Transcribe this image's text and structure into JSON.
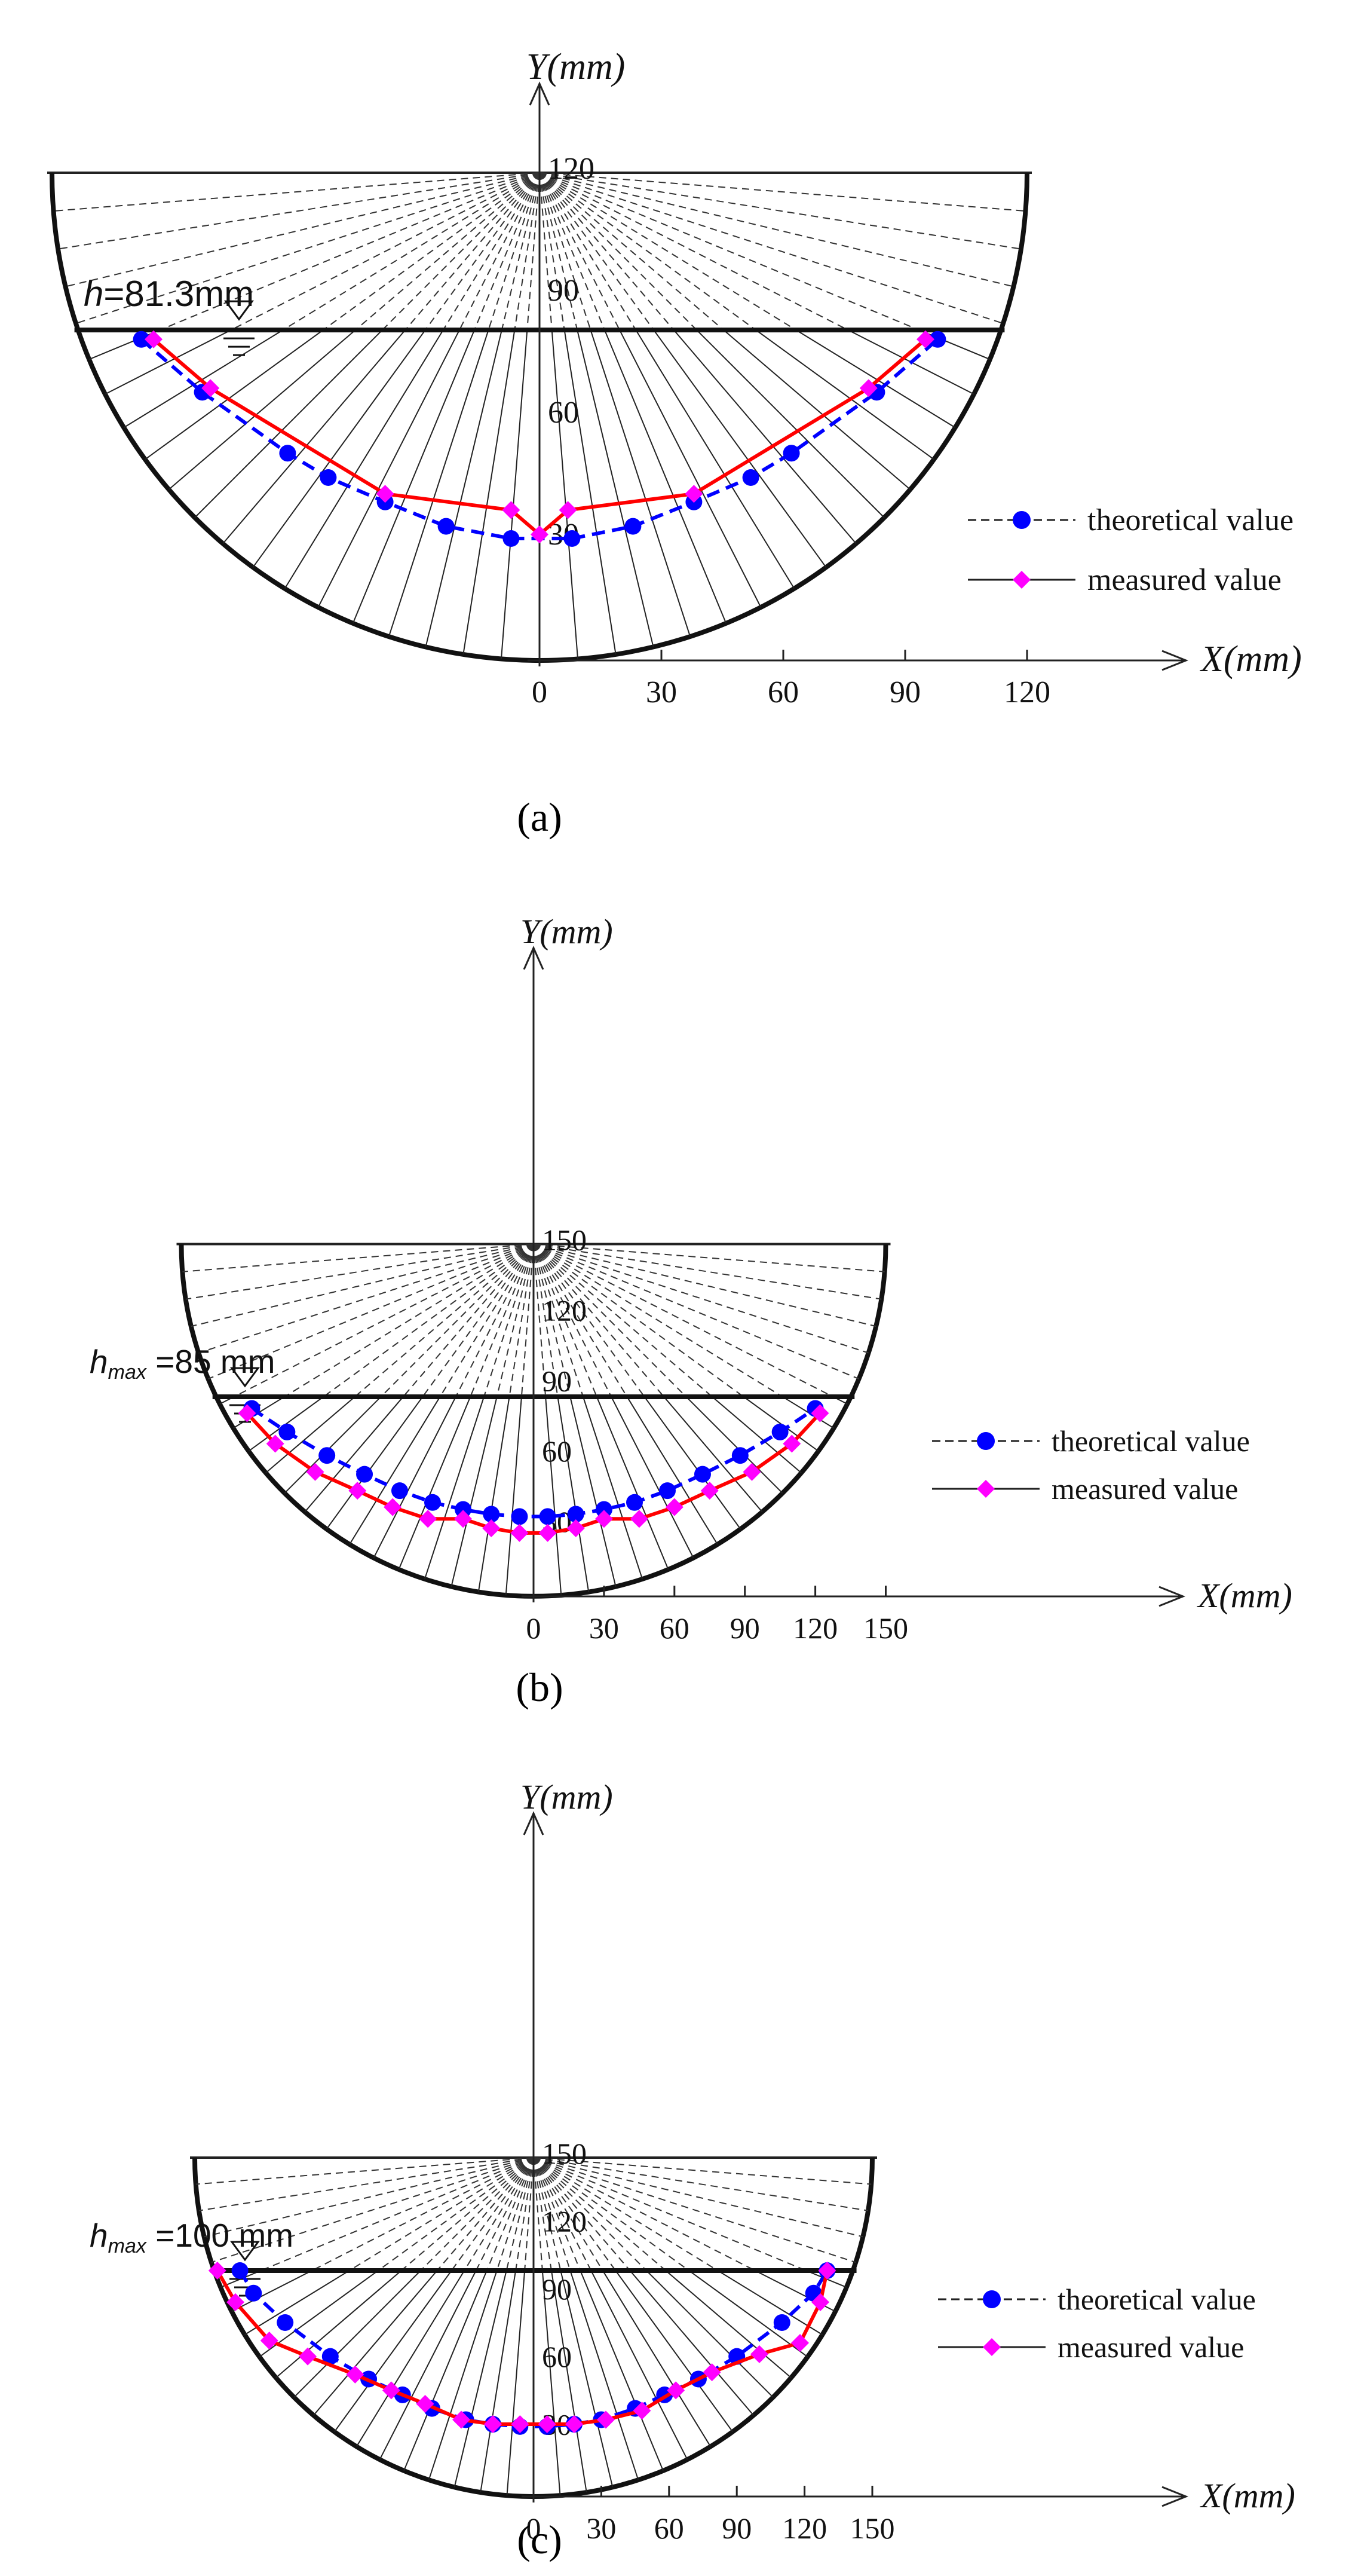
{
  "chart_data": [
    {
      "panel": "a",
      "type": "line",
      "caption": "(a)",
      "xlabel": "X(mm)",
      "ylabel": "Y(mm)",
      "x_ticks": [
        0,
        30,
        60,
        90,
        120
      ],
      "y_ticks": [
        30,
        60,
        90,
        120
      ],
      "water_label": "h=81.3mm",
      "h_italic": "h",
      "h_rest": "=81.3mm",
      "water_level": 81.3,
      "radius": 120,
      "series": [
        {
          "name": "theoretical value",
          "color": "#0000ff",
          "marker": "circle",
          "line": "dashed",
          "x": [
            -98,
            -83,
            -62,
            -52,
            -38,
            -23,
            -7,
            8,
            23,
            38,
            52,
            62,
            83,
            98
          ],
          "y": [
            79,
            66,
            51,
            45,
            39,
            33,
            30,
            30,
            33,
            39,
            45,
            51,
            66,
            79
          ]
        },
        {
          "name": "measured value",
          "color": "#ff00ff",
          "line_color": "#ff0000",
          "marker": "diamond",
          "line": "solid",
          "x": [
            -95,
            -81,
            -38,
            -7,
            0,
            7,
            38,
            81,
            95
          ],
          "y": [
            79,
            67,
            41,
            37,
            31,
            37,
            41,
            67,
            79
          ]
        }
      ]
    },
    {
      "panel": "b",
      "type": "line",
      "caption": "(b)",
      "xlabel": "X(mm)",
      "ylabel": "Y(mm)",
      "x_ticks": [
        0,
        30,
        60,
        90,
        120,
        150
      ],
      "y_ticks": [
        30,
        60,
        90,
        120,
        150
      ],
      "water_label": "hmax =85 mm",
      "h_italic": "h",
      "h_sub": "max",
      "h_rest": " =85 mm",
      "water_level": 85,
      "radius": 150,
      "series": [
        {
          "name": "theoretical value",
          "color": "#0000ff",
          "marker": "circle",
          "line": "dashed",
          "x": [
            -120,
            -105,
            -88,
            -72,
            -57,
            -43,
            -30,
            -18,
            -6,
            6,
            18,
            30,
            43,
            57,
            72,
            88,
            105,
            120
          ],
          "y": [
            80,
            70,
            60,
            52,
            45,
            40,
            37,
            35,
            34,
            34,
            35,
            37,
            40,
            45,
            52,
            60,
            70,
            80
          ]
        },
        {
          "name": "measured value",
          "color": "#ff00ff",
          "line_color": "#ff0000",
          "marker": "diamond",
          "line": "solid",
          "x": [
            -122,
            -110,
            -93,
            -75,
            -60,
            -45,
            -30,
            -18,
            -6,
            6,
            18,
            30,
            45,
            60,
            75,
            93,
            110,
            122
          ],
          "y": [
            78,
            65,
            53,
            45,
            38,
            33,
            33,
            29,
            27,
            27,
            29,
            33,
            33,
            38,
            45,
            53,
            65,
            78
          ]
        }
      ]
    },
    {
      "panel": "c",
      "type": "line",
      "caption": "(c)",
      "xlabel": "X(mm)",
      "ylabel": "Y(mm)",
      "x_ticks": [
        0,
        30,
        60,
        90,
        120,
        150
      ],
      "y_ticks": [
        30,
        60,
        90,
        120,
        150
      ],
      "water_label": "hmax =100 mm",
      "h_italic": "h",
      "h_sub": "max",
      "h_rest": " =100 mm",
      "water_level": 100,
      "radius": 150,
      "series": [
        {
          "name": "theoretical value",
          "color": "#0000ff",
          "marker": "circle",
          "line": "dashed",
          "x": [
            -130,
            -124,
            -110,
            -90,
            -73,
            -58,
            -45,
            -30,
            -18,
            -6,
            6,
            18,
            30,
            45,
            58,
            73,
            90,
            110,
            124,
            130
          ],
          "y": [
            100,
            90,
            77,
            62,
            52,
            45,
            39,
            34,
            32,
            31,
            31,
            32,
            34,
            39,
            45,
            52,
            62,
            77,
            90,
            100
          ]
        },
        {
          "name": "measured value",
          "color": "#ff00ff",
          "line_color": "#ff0000",
          "marker": "diamond",
          "line": "solid",
          "x": [
            -140,
            -132,
            -117,
            -100,
            -79,
            -63,
            -48,
            -32,
            -18,
            -6,
            6,
            18,
            32,
            48,
            63,
            79,
            100,
            118,
            127,
            130
          ],
          "y": [
            100,
            86,
            69,
            62,
            54,
            47,
            41,
            34,
            32,
            32,
            32,
            32,
            34,
            38,
            47,
            55,
            63,
            68,
            86,
            100
          ]
        }
      ]
    }
  ]
}
